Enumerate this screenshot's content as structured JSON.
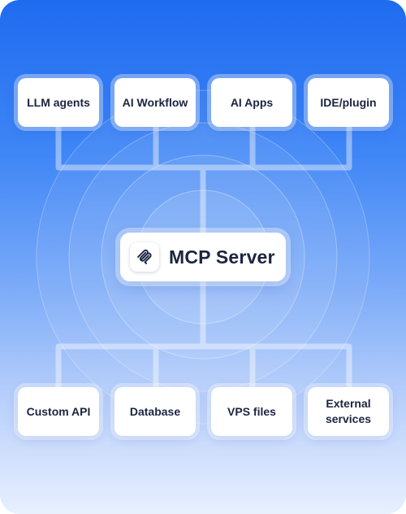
{
  "center": {
    "label": "MCP Server",
    "icon": "mcp-logo-icon"
  },
  "clients": [
    {
      "label": "LLM agents"
    },
    {
      "label": "AI Workflow"
    },
    {
      "label": "AI Apps"
    },
    {
      "label": "IDE/plugin"
    }
  ],
  "resources": [
    {
      "label": "Custom API"
    },
    {
      "label": "Database"
    },
    {
      "label": "VPS files"
    },
    {
      "label": "External\nservices"
    }
  ],
  "colors": {
    "gradient_top": "#1f6bf0",
    "gradient_bottom": "#e8f0fe",
    "text": "#1b2540",
    "node_background": "#ffffff"
  }
}
